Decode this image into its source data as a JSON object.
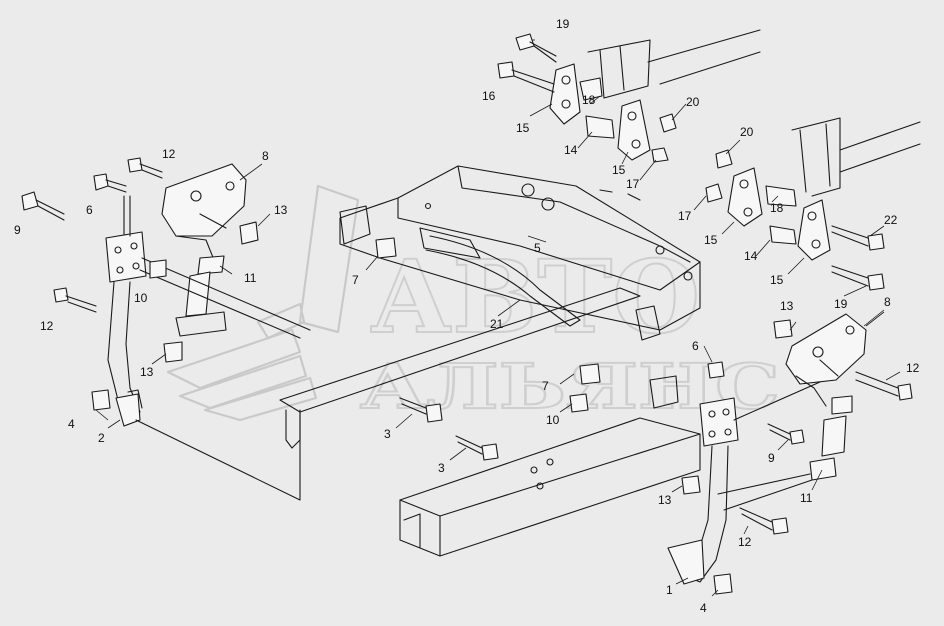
{
  "watermark": {
    "line1": "АВТО",
    "line2": "АЛЬЯНС"
  },
  "callouts": [
    {
      "id": "c19a",
      "label": "19"
    },
    {
      "id": "c16",
      "label": "16"
    },
    {
      "id": "c15a",
      "label": "15"
    },
    {
      "id": "c18a",
      "label": "18"
    },
    {
      "id": "c14a",
      "label": "14"
    },
    {
      "id": "c15b",
      "label": "15"
    },
    {
      "id": "c20a",
      "label": "20"
    },
    {
      "id": "c17a",
      "label": "17"
    },
    {
      "id": "c20b",
      "label": "20"
    },
    {
      "id": "c17b",
      "label": "17"
    },
    {
      "id": "c18b",
      "label": "18"
    },
    {
      "id": "c15c",
      "label": "15"
    },
    {
      "id": "c14b",
      "label": "14"
    },
    {
      "id": "c15d",
      "label": "15"
    },
    {
      "id": "c22",
      "label": "22"
    },
    {
      "id": "c19b",
      "label": "19"
    },
    {
      "id": "c8a",
      "label": "8"
    },
    {
      "id": "c12a",
      "label": "12"
    },
    {
      "id": "c6a",
      "label": "6"
    },
    {
      "id": "c13a",
      "label": "13"
    },
    {
      "id": "c9a",
      "label": "9"
    },
    {
      "id": "c11a",
      "label": "11"
    },
    {
      "id": "c7a",
      "label": "7"
    },
    {
      "id": "c5",
      "label": "5"
    },
    {
      "id": "c10a",
      "label": "10"
    },
    {
      "id": "c12b",
      "label": "12"
    },
    {
      "id": "c21",
      "label": "21"
    },
    {
      "id": "c13b",
      "label": "13"
    },
    {
      "id": "c4a",
      "label": "4"
    },
    {
      "id": "c2",
      "label": "2"
    },
    {
      "id": "c3a",
      "label": "3"
    },
    {
      "id": "c3b",
      "label": "3"
    },
    {
      "id": "c13c",
      "label": "13"
    },
    {
      "id": "c8b",
      "label": "8"
    },
    {
      "id": "c6b",
      "label": "6"
    },
    {
      "id": "c12c",
      "label": "12"
    },
    {
      "id": "c7b",
      "label": "7"
    },
    {
      "id": "c10b",
      "label": "10"
    },
    {
      "id": "c9b",
      "label": "9"
    },
    {
      "id": "c13d",
      "label": "13"
    },
    {
      "id": "c11b",
      "label": "11"
    },
    {
      "id": "c12d",
      "label": "12"
    },
    {
      "id": "c1",
      "label": "1"
    },
    {
      "id": "c4b",
      "label": "4"
    }
  ]
}
